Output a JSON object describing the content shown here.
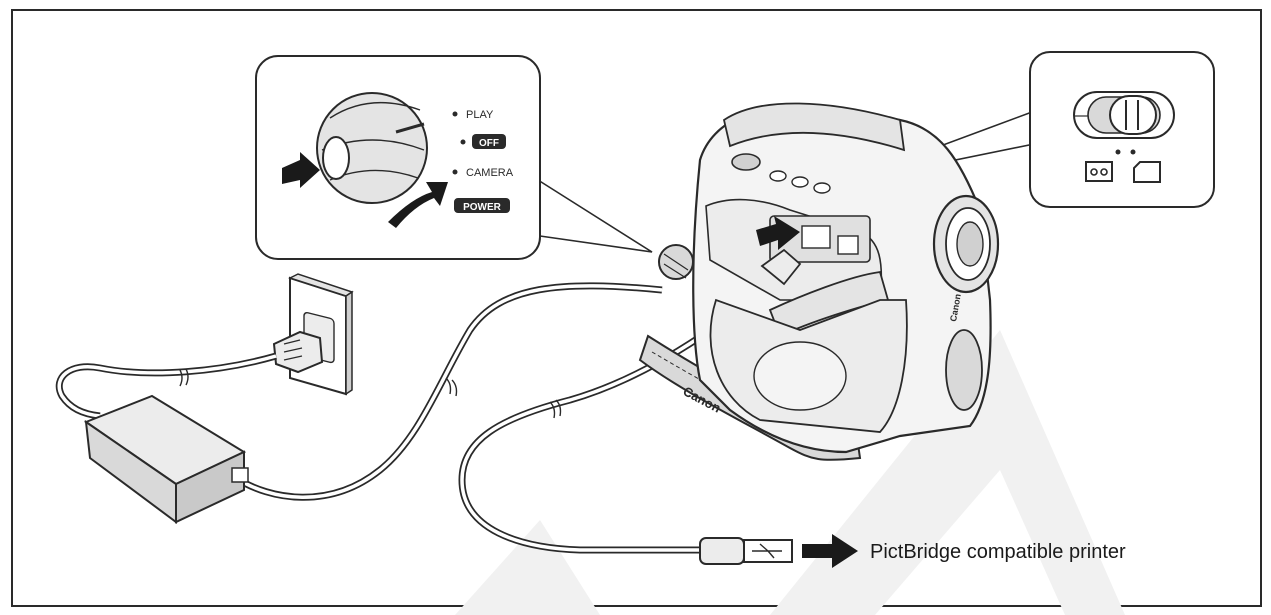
{
  "dial_labels": {
    "play": "PLAY",
    "off": "OFF",
    "camera": "CAMERA",
    "power": "POWER"
  },
  "brand_text": {
    "strap": "Canon",
    "body": "Canon"
  },
  "destination_label": "PictBridge compatible printer",
  "colors": {
    "line": "#2a2a2a",
    "shade": "#d9d9d9",
    "light_shade": "#ececec",
    "watermark": "#f1f1f1",
    "arrow": "#1a1a1a"
  },
  "icons": {
    "tape_mode": "cassette-icon",
    "card_mode": "memory-card-icon"
  }
}
